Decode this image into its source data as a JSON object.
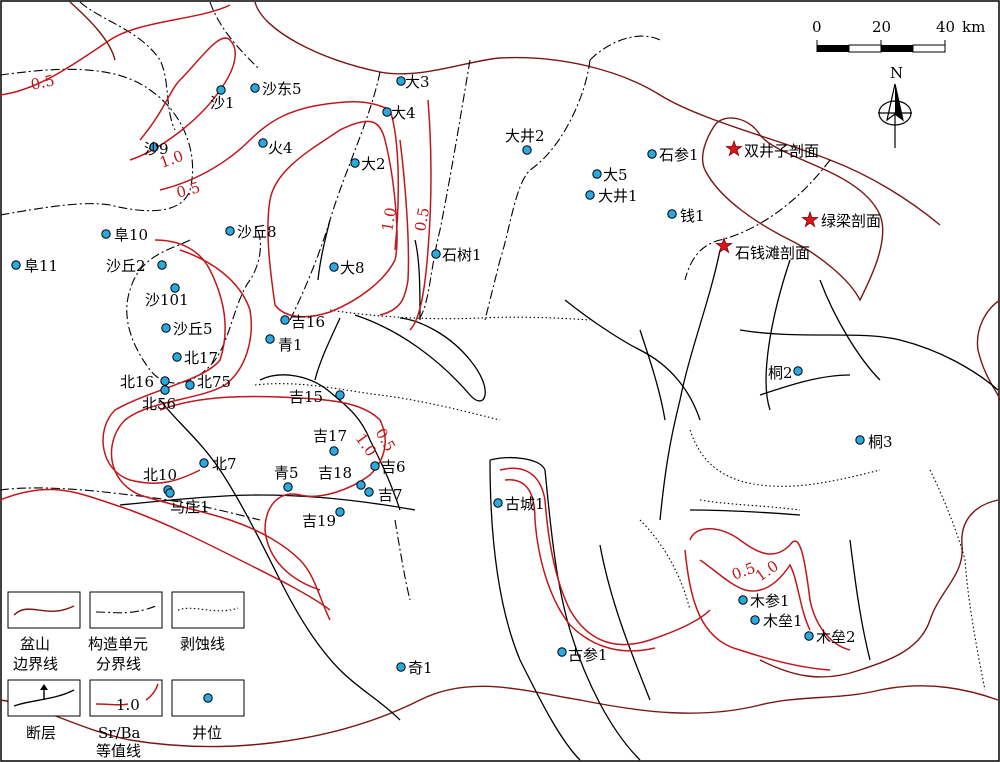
{
  "scale_bar": {
    "ticks": [
      "0",
      "20",
      "40"
    ],
    "unit": "km"
  },
  "north_label": "N",
  "wells": [
    "沙1",
    "沙东5",
    "大3",
    "大4",
    "沙9",
    "火4",
    "大2",
    "大井2",
    "石参1",
    "大5",
    "大井1",
    "钱1",
    "阜10",
    "沙丘8",
    "阜11",
    "沙丘2",
    "大8",
    "石树1",
    "沙101",
    "沙丘5",
    "吉16",
    "青1",
    "北17",
    "北16",
    "北75",
    "北56",
    "吉15",
    "桐2",
    "吉17",
    "桐3",
    "北7",
    "吉6",
    "北10",
    "青5",
    "吉18",
    "吉7",
    "马庄1",
    "古城1",
    "吉19",
    "木参1",
    "木垒1",
    "木垒2",
    "古参1",
    "奇1"
  ],
  "sections": [
    "双井子剖面",
    "绿梁剖面",
    "石钱滩剖面"
  ],
  "contour_labels": [
    "0.5",
    "1.0",
    "0.5",
    "1.0",
    "0.5",
    "1.0",
    "0.5",
    "0.5",
    "1.0"
  ],
  "legend": {
    "basin_boundary": [
      "盆山",
      "边界线"
    ],
    "unit_boundary": [
      "构造单元",
      "分界线"
    ],
    "erosion_line": "剥蚀线",
    "fault": "断层",
    "isoline": [
      "Sr/Ba",
      "等值线"
    ],
    "isoline_sample": "1.0",
    "well": "井位"
  },
  "colors": {
    "contour": "#c0171c",
    "well_fill": "#2aa8e0",
    "star": "#e0141b",
    "basin_line": "#7a1616"
  }
}
